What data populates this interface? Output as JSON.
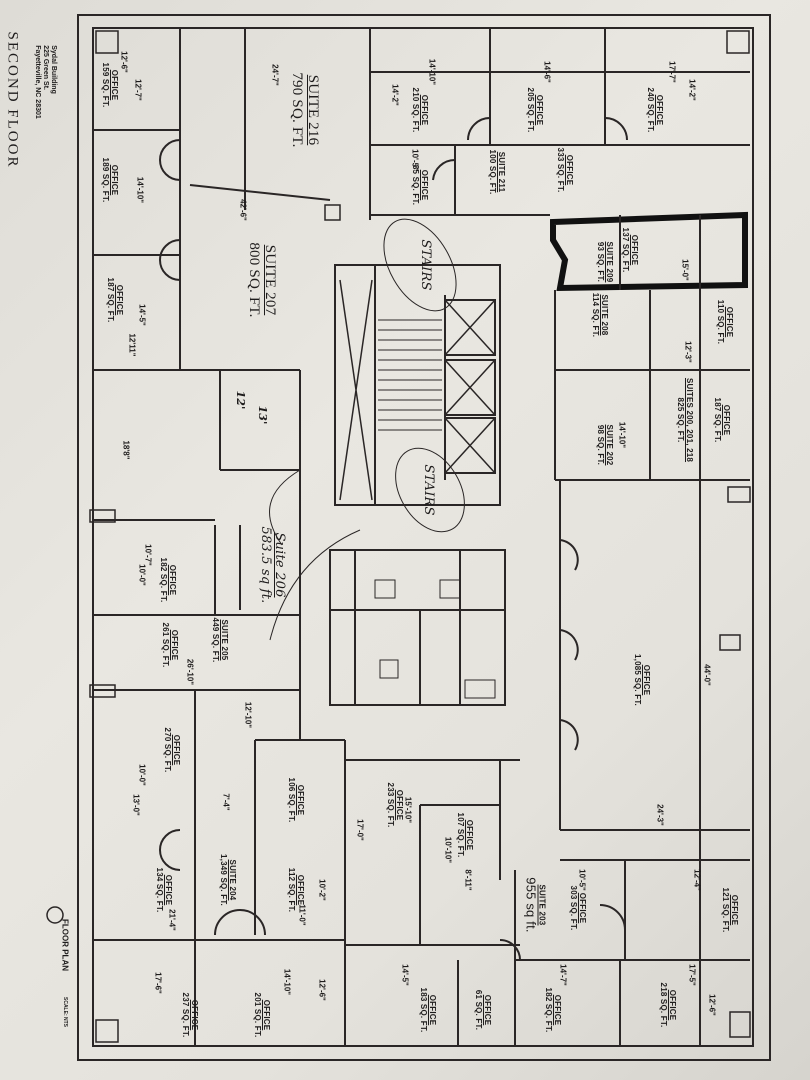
{
  "title": "SECOND FLOOR",
  "address": [
    "Sydal Building",
    "225 Green St.",
    "Fayetteville, NC 28301"
  ],
  "legend": {
    "floor_plan": "FLOOR PLAN",
    "scale": "SCALE: NTS"
  },
  "stairs": [
    "STAIRS",
    "STAIRS"
  ],
  "suites": [
    {
      "title": "SUITE 216",
      "area": "790 SQ. FT."
    },
    {
      "title": "SUITE 207",
      "area": "800 SQ. FT."
    },
    {
      "title": "Suite 206",
      "area": "583.5 sq ft."
    },
    {
      "title": "SUITE 205",
      "area": "449 SQ. FT."
    },
    {
      "title": "SUITE 204",
      "area": "1,349 SQ. FT."
    },
    {
      "title": "SUITE 203",
      "area": "955 sq ft."
    },
    {
      "title": "SUITE 211",
      "area": "100 SQ. FT."
    },
    {
      "title": "SUITE 209",
      "area": "93 SQ. FT."
    },
    {
      "title": "SUITE 208",
      "area": "114 SQ. FT."
    },
    {
      "title": "SUITES 200, 201, 218",
      "area": "825 SQ. FT."
    },
    {
      "title": "SUITE 202",
      "area": "98 SQ. FT."
    }
  ],
  "offices": [
    {
      "title": "OFFICE",
      "area": "159 SQ. FT."
    },
    {
      "title": "OFFICE",
      "area": "189 SQ. FT."
    },
    {
      "title": "OFFICE",
      "area": "187 SQ. FT."
    },
    {
      "title": "OFFICE",
      "area": "210 SQ. FT."
    },
    {
      "title": "OFFICE",
      "area": "205 SQ. FT."
    },
    {
      "title": "OFFICE",
      "area": "240 SQ. FT."
    },
    {
      "title": "OFFICE",
      "area": "85 SQ. FT."
    },
    {
      "title": "OFFICE",
      "area": "333 SQ. FT."
    },
    {
      "title": "OFFICE",
      "area": "137 SQ. FT."
    },
    {
      "title": "OFFICE",
      "area": "110 SQ. FT."
    },
    {
      "title": "OFFICE",
      "area": "187 SQ. FT."
    },
    {
      "title": "OFFICE",
      "area": "1,085 SQ. FT."
    },
    {
      "title": "OFFICE",
      "area": "121 SQ. FT."
    },
    {
      "title": "OFFICE",
      "area": "303 SQ. FT."
    },
    {
      "title": "OFFICE",
      "area": "182 SQ. FT."
    },
    {
      "title": "OFFICE",
      "area": "218 SQ. FT."
    },
    {
      "title": "OFFICE",
      "area": "182 SQ. FT."
    },
    {
      "title": "OFFICE",
      "area": "261 SQ. FT."
    },
    {
      "title": "OFFICE",
      "area": "270 SQ. FT."
    },
    {
      "title": "OFFICE",
      "area": "134 SQ. FT."
    },
    {
      "title": "OFFICE",
      "area": "106 SQ. FT."
    },
    {
      "title": "OFFICE",
      "area": "112 SQ. FT."
    },
    {
      "title": "OFFICE",
      "area": "237 SQ. FT."
    },
    {
      "title": "OFFICE",
      "area": "201 SQ. FT."
    },
    {
      "title": "OFFICE",
      "area": "233 SQ. FT."
    },
    {
      "title": "OFFICE",
      "area": "107 SQ. FT."
    },
    {
      "title": "OFFICE",
      "area": "183 SQ. FT."
    },
    {
      "title": "OFFICE",
      "area": "61 SQ. FT."
    }
  ],
  "dimensions": [
    "12'-6\"",
    "12'-7\"",
    "14'-10\"",
    "14'-5\"",
    "12'11\"",
    "24'-7\"",
    "42'-6\"",
    "18'8\"",
    "14'-2\"",
    "14'-10\"",
    "14'-6\"",
    "17'-7\"",
    "14'-2\"",
    "10'-5\"",
    "15'-0\"",
    "12'-3\"",
    "14'-10\"",
    "44'-0\"",
    "24'-3\"",
    "12'-4\"",
    "12'-6\"",
    "17'-5\"",
    "14'-7\"",
    "10'-5\"",
    "10'-7\"",
    "10'-0\"",
    "26'-10\"",
    "12'-10\"",
    "10'-0\"",
    "13'-0\"",
    "7'-4\"",
    "21'-4\"",
    "17'-6\"",
    "14'-10\"",
    "12'-6\"",
    "10'-2\"",
    "11'-0\"",
    "15'-10\"",
    "17'-0\"",
    "10'-10\"",
    "14'-5\"",
    "13'",
    "12'",
    "8'-11\""
  ]
}
